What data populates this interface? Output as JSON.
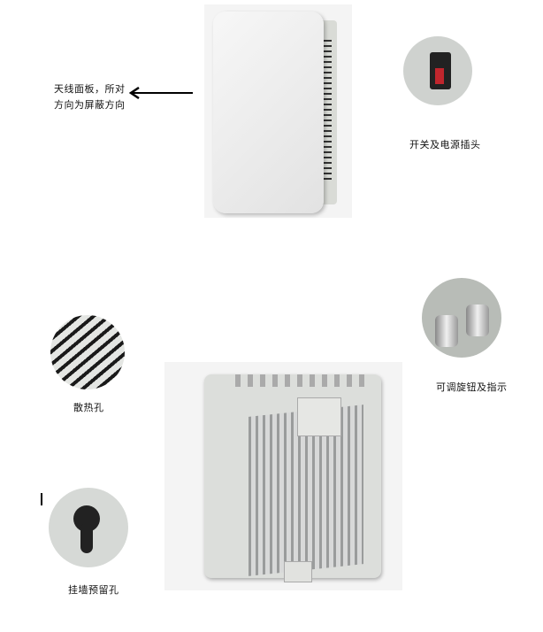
{
  "labels": {
    "antenna_panel_line1": "天线面板，所对",
    "antenna_panel_line2": "方向为屏蔽方向",
    "switch_power": "开关及电源插头",
    "heat_vents": "散热孔",
    "knobs_indicator": "可调旋钮及指示",
    "wall_mount": "挂墙预留孔"
  }
}
